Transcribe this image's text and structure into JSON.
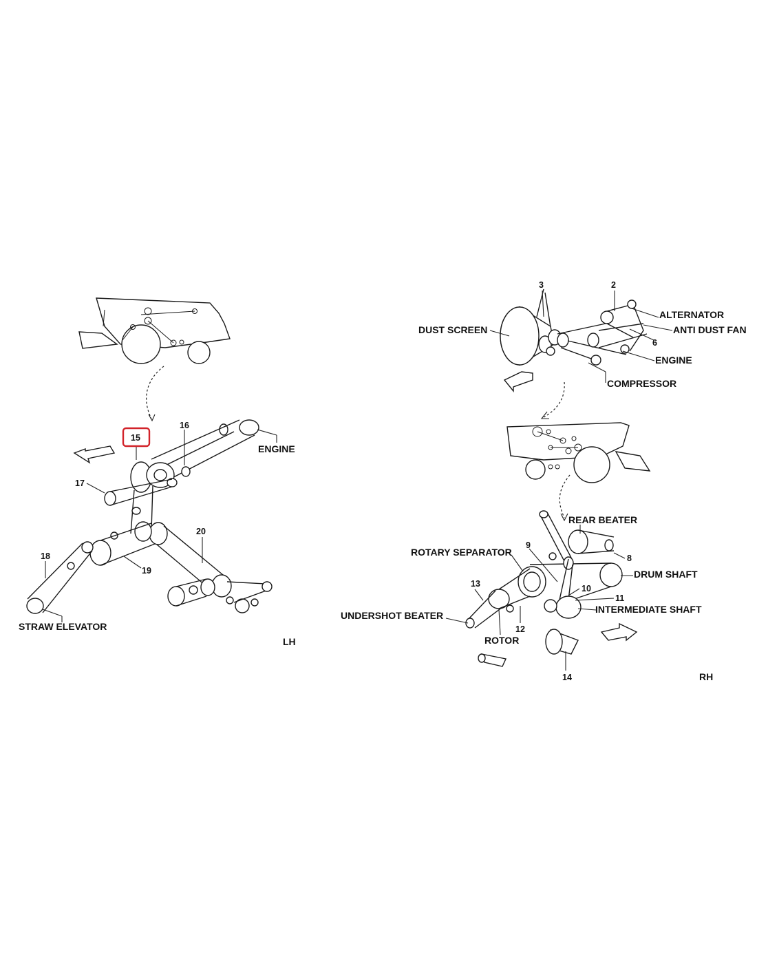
{
  "lh": {
    "side_label": "LH",
    "labels": {
      "engine": "ENGINE",
      "straw_elevator": "STRAW ELEVATOR"
    },
    "numbers": {
      "n15": "15",
      "n16": "16",
      "n17": "17",
      "n18": "18",
      "n19": "19",
      "n20": "20"
    }
  },
  "rh": {
    "side_label": "RH",
    "labels": {
      "dust_screen": "DUST SCREEN",
      "alternator": "ALTERNATOR",
      "anti_dust_fan": "ANTI DUST FAN",
      "engine": "ENGINE",
      "compressor": "COMPRESSOR",
      "rear_beater": "REAR BEATER",
      "rotary_separator": "ROTARY SEPARATOR",
      "drum_shaft": "DRUM SHAFT",
      "intermediate_shaft": "INTERMEDIATE SHAFT",
      "undershot_beater": "UNDERSHOT BEATER",
      "rotor": "ROTOR"
    },
    "numbers": {
      "n2": "2",
      "n3": "3",
      "n6": "6",
      "n8": "8",
      "n9": "9",
      "n10": "10",
      "n11": "11",
      "n12": "12",
      "n13": "13",
      "n14": "14"
    }
  },
  "highlight": {
    "part_number": "15",
    "color": "#d2232a"
  }
}
